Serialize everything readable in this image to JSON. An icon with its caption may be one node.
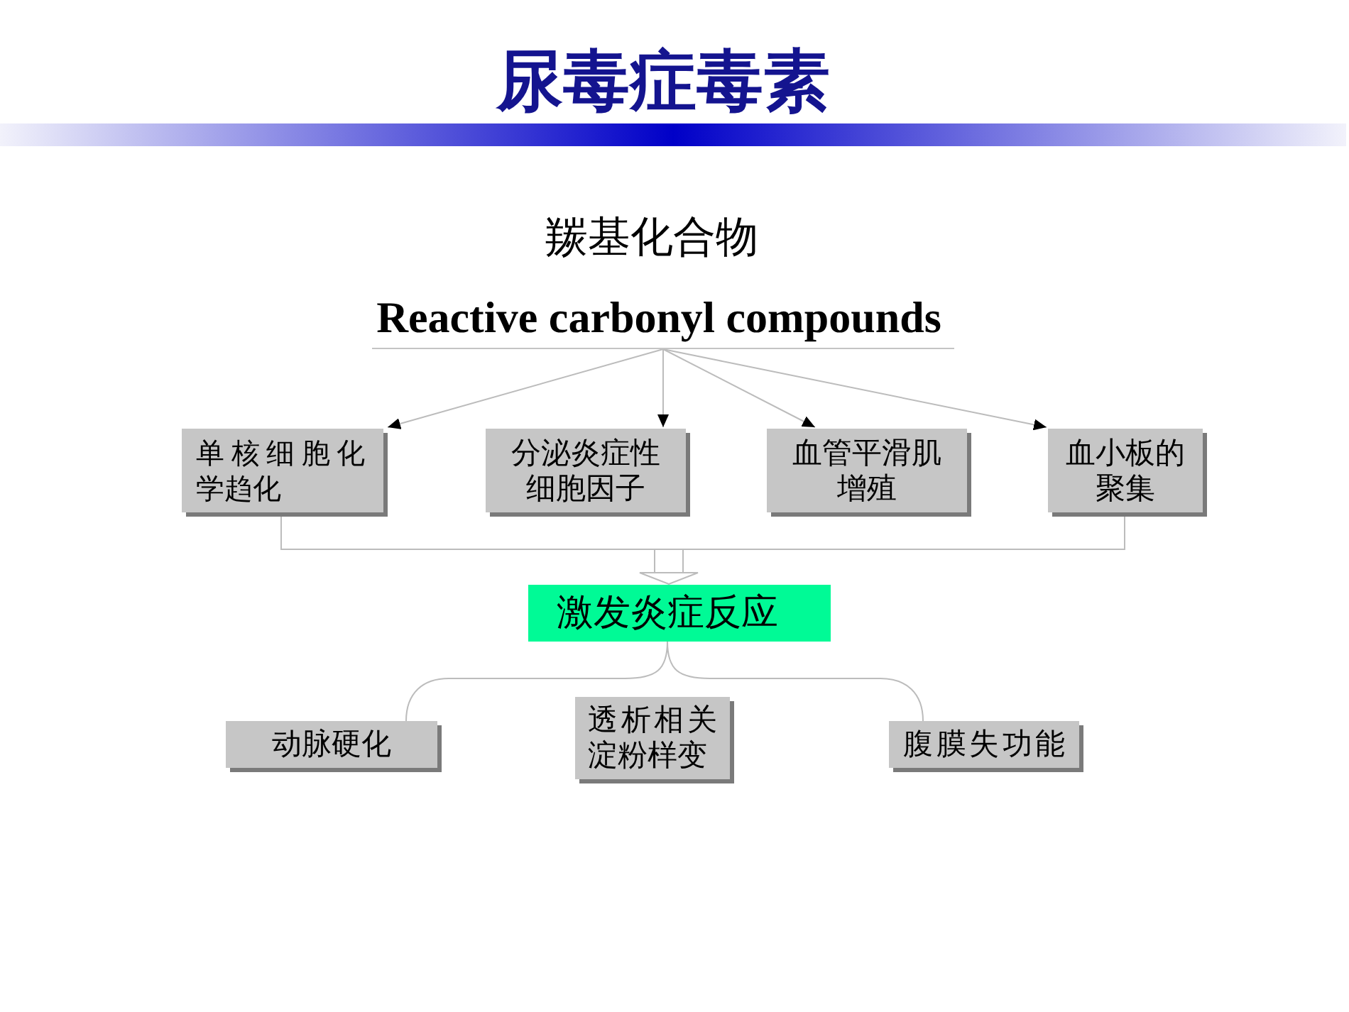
{
  "diagram": {
    "title": "尿毒症毒素",
    "nodes": [
      {
        "text": [
          "羰基化合物",
          "Reactive carbonyl compounds"
        ]
      },
      {
        "text": [
          "单核细胞化学趋化"
        ]
      },
      {
        "text": [
          "分泌炎症性细胞因子"
        ]
      },
      {
        "text": [
          "血管平滑肌增殖"
        ]
      },
      {
        "text": [
          "血小板的聚集"
        ]
      },
      {
        "text": [
          "激发炎症反应"
        ]
      },
      {
        "text": [
          "动脉硬化"
        ]
      },
      {
        "text": [
          "透析相关淀粉样变"
        ]
      },
      {
        "text": [
          "腹膜失功能"
        ]
      }
    ],
    "edges": [
      {
        "from": 0,
        "to": 1,
        "arrow": "to"
      },
      {
        "from": 0,
        "to": 2,
        "arrow": "to"
      },
      {
        "from": 0,
        "to": 3,
        "arrow": "to"
      },
      {
        "from": 0,
        "to": 4,
        "arrow": "to"
      },
      {
        "from": 1,
        "to": 5,
        "arrow": "to"
      },
      {
        "from": 4,
        "to": 5,
        "arrow": "to"
      },
      {
        "from": 5,
        "to": 6,
        "arrow": "none"
      },
      {
        "from": 5,
        "to": 8,
        "arrow": "none"
      }
    ]
  }
}
